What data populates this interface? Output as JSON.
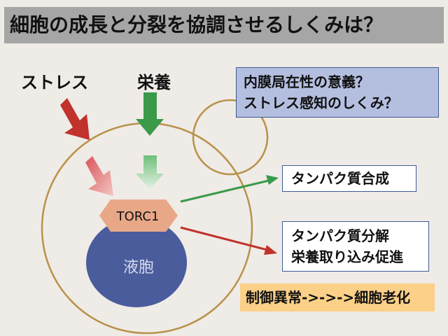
{
  "title": "細胞の成長と分裂を協調させるしくみは？",
  "stress_label": "ストレス",
  "nutrient_label": "栄養",
  "question_lines": [
    "内膜局在性の意義？",
    "ストレス感知のしくみ？"
  ],
  "torc1_label": "TORC1",
  "vacuole_label": "液胞",
  "protein_synthesis_label": "タンパク質合成",
  "degradation_lines": [
    "タンパク質分解",
    "栄養取り込み促進"
  ],
  "dysregulation_label": "制御異常->->->細胞老化",
  "colors": {
    "title_bg": "#a6a6a6",
    "stress_arrow": "#c0322b",
    "nutrient_arrow": "#3a9a4a",
    "cell_outline": "#b8924a",
    "torc1_fill": "#e8a888",
    "vacuole_fill": "#4a5c9c",
    "question_bg": "#b4bfe0",
    "dysregulation_bg": "#fbd088"
  }
}
